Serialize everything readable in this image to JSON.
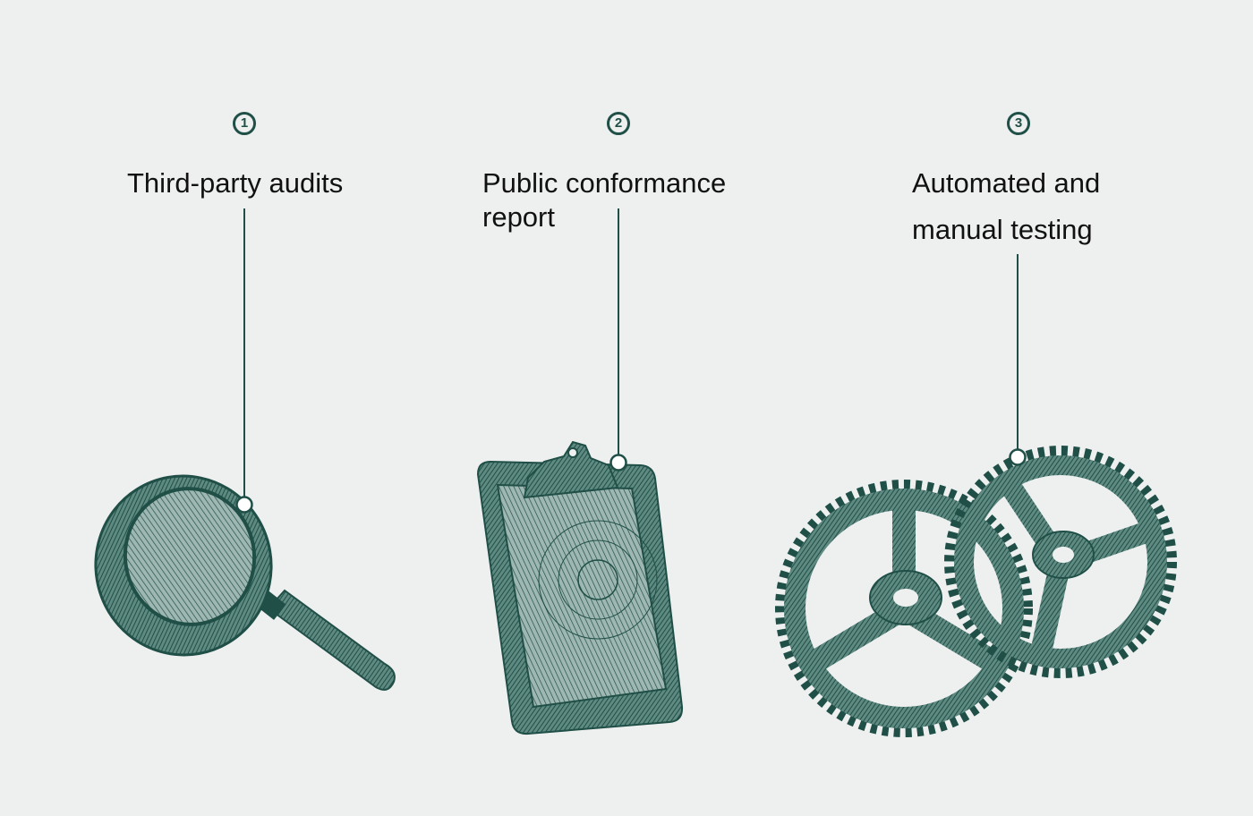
{
  "steps": [
    {
      "number": "1",
      "title_lines": [
        "Third-party audits"
      ],
      "icon": "magnifying-glass-icon"
    },
    {
      "number": "2",
      "title_lines": [
        "Public conformance",
        "report"
      ],
      "icon": "clipboard-icon"
    },
    {
      "number": "3",
      "title_lines": [
        "Automated and",
        "manual testing"
      ],
      "icon": "gears-icon"
    }
  ],
  "colors": {
    "background": "#eef0ef",
    "accent": "#1f4f47",
    "text": "#111111"
  }
}
